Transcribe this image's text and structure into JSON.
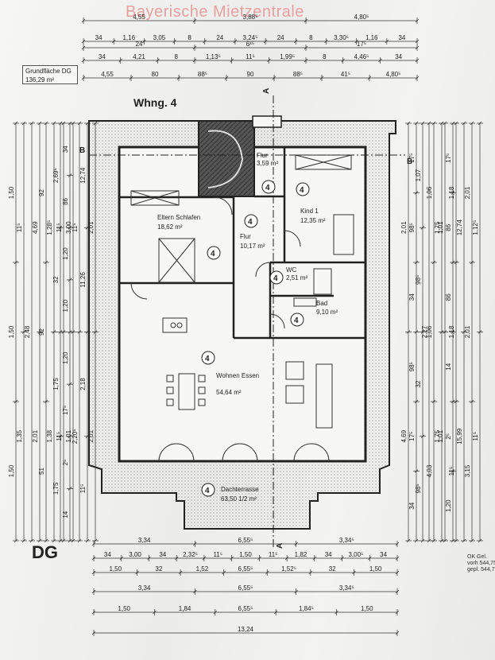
{
  "watermark": "Bayerische Mietzentrale",
  "floor_label": "DG",
  "unit_label": "Whng. 4",
  "area_box": {
    "line1": "Grundfläche DG",
    "line2": "136,29 m²"
  },
  "ok_note": {
    "line1": "OK Gel.",
    "line2": "vorh 544,75",
    "line3": "gepl. 544,75"
  },
  "section_marks": {
    "a_top": "A",
    "a_bottom": "A",
    "b_left": "B",
    "b_right": "B"
  },
  "rooms": [
    {
      "name": "Flur",
      "area": "3,59 m²",
      "marker": "4"
    },
    {
      "name": "Kind 1",
      "area": "12,35 m²",
      "marker": "4"
    },
    {
      "name": "Eltern Schlafen",
      "area": "18,62 m²",
      "marker": "4"
    },
    {
      "name": "Flur",
      "area": "10,17 m²",
      "marker": "4"
    },
    {
      "name": "WC",
      "area": "2,51 m²",
      "marker": "4"
    },
    {
      "name": "Bad",
      "area": "9,10 m²",
      "marker": "4"
    },
    {
      "name": "Wohnen Essen",
      "area": "54,64 m²",
      "marker": "4"
    },
    {
      "name": "Dachterrasse",
      "area": "63,50 1/2 m²",
      "marker": "4"
    }
  ],
  "dims_top": [
    [
      "4,55",
      "3,88⁵",
      "4,80⁵"
    ],
    [
      "34",
      "1,16",
      "3,05",
      "8",
      "24",
      "3,24⁵",
      "24",
      "8",
      "3,30⁵",
      "1,16",
      "34"
    ],
    [
      "24",
      "6¹⁵",
      "17⁵"
    ],
    [
      "34",
      "4,21",
      "8",
      "1,13⁵",
      "11⁵",
      "1,99⁵",
      "8",
      "4,46⁵",
      "34"
    ],
    [
      "4,55",
      "80",
      "88⁵",
      "90",
      "88⁵",
      "41⁵",
      "4,80⁵"
    ]
  ],
  "dims_bottom": [
    [
      "3,34",
      "6,55⁵",
      "3,34⁵"
    ],
    [
      "34",
      "3,00",
      "34",
      "2,32⁵",
      "11⁵",
      "1,50",
      "11⁵",
      "1,82",
      "34",
      "3,00⁵",
      "34"
    ],
    [
      "1,50",
      "32",
      "1,52",
      "6,55⁵",
      "1,52⁵",
      "32",
      "1,50"
    ],
    [
      "3,34",
      "6,55⁵",
      "3,34⁵"
    ],
    [
      "1,50",
      "1,84",
      "6,55⁵",
      "1,84⁵",
      "1,50"
    ],
    [
      "13,24"
    ]
  ],
  "dims_left": [
    [
      "1,50",
      "1,50",
      "1,50"
    ],
    [
      "2,48"
    ],
    [
      "92",
      "92",
      "51"
    ],
    [
      "1,28⁵",
      "1,38"
    ],
    [
      "11⁵",
      "11⁵"
    ],
    [
      "3,00",
      "1,01"
    ],
    [
      "11⁵",
      "2,20⁵"
    ],
    [
      "12,74",
      "11,26",
      "2,18",
      "11⁵"
    ],
    [
      "2,01",
      "2,01"
    ],
    [
      "11⁵",
      "1,35"
    ],
    [
      "4,69",
      "2,01"
    ],
    [
      "2,69⁵",
      "32",
      "1,75",
      "1,75"
    ],
    [
      "34",
      "86",
      "1,20",
      "1,20",
      "1,20",
      "17⁵",
      "2⁵",
      "14"
    ]
  ],
  "dims_right": [
    [
      "17⁵",
      "98⁵",
      "34",
      "98⁵",
      "17⁵",
      "34"
    ],
    [
      "1,07",
      "98⁵",
      "32",
      "98⁵"
    ],
    [
      "1,06",
      "1,06",
      "4,03"
    ],
    [
      "1,01",
      "1,01"
    ],
    [
      "1,18",
      "1,18",
      "11⁵"
    ],
    [
      "12,74",
      "15,99"
    ],
    [
      "2,01",
      "2,01",
      "3,15"
    ],
    [
      "1,12⁵",
      "11⁵"
    ],
    [
      "2,01",
      "4,69"
    ],
    [
      "2,27"
    ],
    [
      "1,75",
      "1,75"
    ],
    [
      "17⁵",
      "86",
      "86",
      "14",
      "2⁵",
      "1,20"
    ]
  ]
}
